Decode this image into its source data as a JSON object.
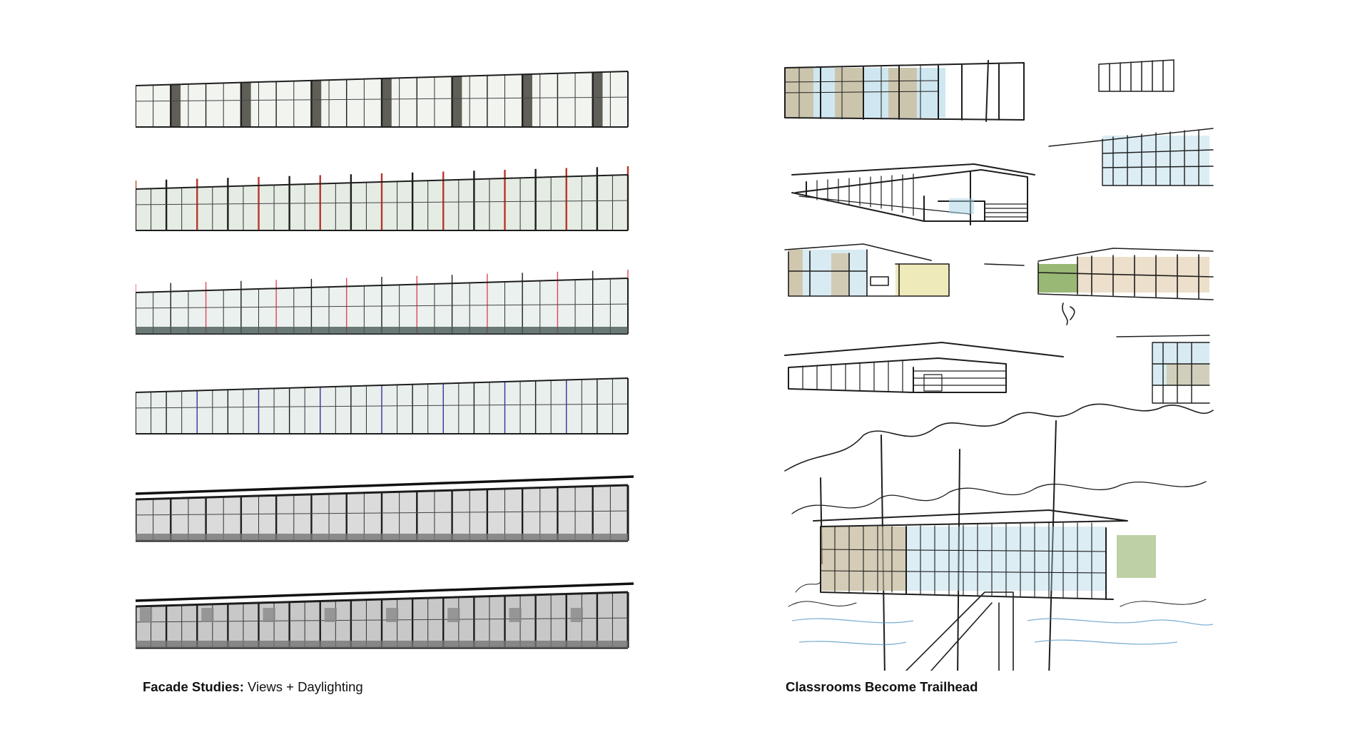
{
  "left_panel": {
    "caption_bold": "Facade Studies:",
    "caption_rest": " Views + Daylighting",
    "studies": [
      {
        "name": "mullion-study",
        "accent": "#3a3a32",
        "fill": "#e8ebe4"
      },
      {
        "name": "red-column-study",
        "accent": "#b8352b",
        "fill": "#cfdccd"
      },
      {
        "name": "clerestory-study",
        "accent": "#e2455a",
        "fill": "#d8e6e2"
      },
      {
        "name": "blue-frame-study",
        "accent": "#3d2f9c",
        "fill": "#d5e2dc"
      },
      {
        "name": "canopy-study",
        "accent": "#111111",
        "fill": "#bdbdbd"
      },
      {
        "name": "checker-study",
        "accent": "#111111",
        "fill": "#9a9a9a"
      }
    ]
  },
  "right_panel": {
    "caption_bold": "Classrooms Become Trailhead",
    "colors": {
      "blue": "#a8d3e3",
      "tan": "#c9a46a",
      "green": "#6f9a3a",
      "yellow": "#e3dc8c"
    }
  }
}
